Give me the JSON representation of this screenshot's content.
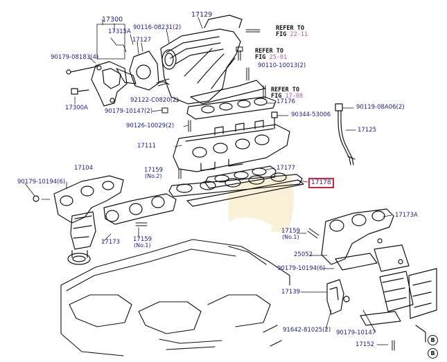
{
  "callouts": {
    "c17300": "17300",
    "c17315A": "17315A",
    "c90116": "90116-08231(2)",
    "c17127": "17127",
    "c17129": "17129",
    "c90179_08183": "90179-08183(4)",
    "c17300A": "17300A",
    "c92122": "92122-C0820(2)",
    "c90179_10147_top": "90179-10147(2)",
    "c90110": "90110-10013(2)",
    "c17176": "17176",
    "c90344": "90344-53006",
    "c90119": "90119-08A06(2)",
    "c90126": "90126-10029(2)",
    "c17125": "17125",
    "c17111": "17111",
    "c17104": "17104",
    "c17159_top": "17159",
    "c17159_top_sub": "(No.2)",
    "c17177": "17177",
    "c17178": "17178",
    "c90179_10194_left": "90179-10194(6)",
    "c17173A": "17173A",
    "c17173": "17173",
    "c17159_mid": "17159",
    "c17159_mid_sub": "(No.1)",
    "c17159_right": "17159",
    "c17159_right_sub": "(No.1)",
    "c25052": "25052",
    "c90179_10194_right": "90179-10194(6)",
    "c17139": "17139",
    "c91642": "91642-81025(2)",
    "c90179_10147_bot": "90179-10147",
    "c17152": "17152"
  },
  "references": [
    {
      "line1": "REFER TO",
      "fig_word": "FIG",
      "fig_num": "22-11"
    },
    {
      "line1": "REFER TO",
      "fig_word": "FIG",
      "fig_num": "25-01"
    },
    {
      "line1": "REFER TO",
      "fig_word": "FIG",
      "fig_num": "17-08"
    }
  ],
  "markers": {
    "b1": "B",
    "b2": "B"
  },
  "colors": {
    "label": "#1a1a8c",
    "highlight_border": "#d8203c",
    "fig_number": "#b05aa8",
    "line": "#111111"
  }
}
